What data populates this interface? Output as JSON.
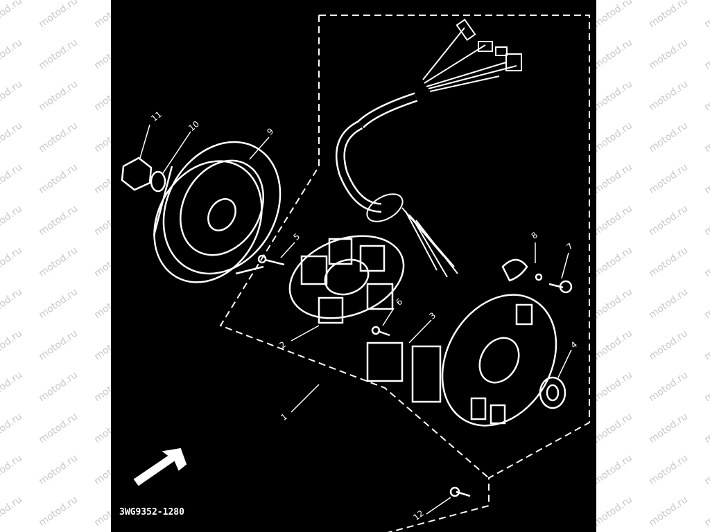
{
  "watermark_text": "motod.ru",
  "diagram": {
    "reference_code": "3WG9352-1280",
    "fwd_label": "FWD",
    "callouts": [
      "1",
      "2",
      "3",
      "4",
      "5",
      "6",
      "7",
      "8",
      "9",
      "10",
      "11",
      "12"
    ],
    "colors": {
      "background": "#000000",
      "line": "#ffffff",
      "page": "#ffffff",
      "watermark": "#c8c8c8"
    }
  }
}
